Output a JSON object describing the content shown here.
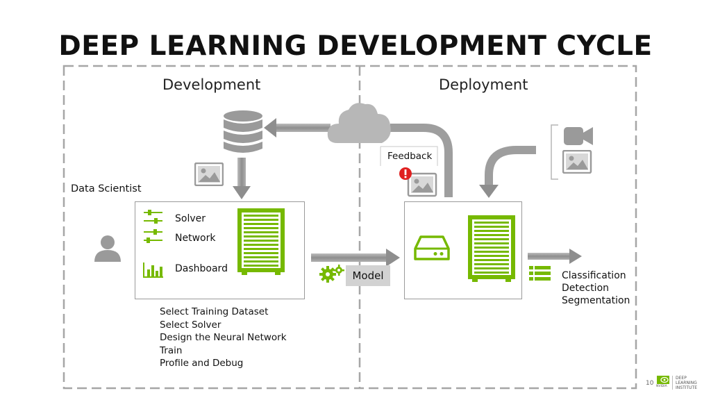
{
  "title": "DEEP LEARNING DEVELOPMENT CYCLE",
  "sections": {
    "development": "Development",
    "deployment": "Deployment"
  },
  "data_scientist": "Data Scientist",
  "dev_panel": {
    "solver": "Solver",
    "network": "Network",
    "dashboard": "Dashboard"
  },
  "steps": [
    "Select Training Dataset",
    "Select Solver",
    "Design the Neural Network",
    "Train",
    "Profile and Debug"
  ],
  "model": "Model",
  "feedback": "Feedback",
  "outputs": [
    "Classification",
    "Detection",
    "Segmentation"
  ],
  "footer": {
    "page_number": "10",
    "brand_lines": [
      "DEEP",
      "LEARNING",
      "INSTITUTE"
    ],
    "logo_text": "NVIDIA"
  },
  "colors": {
    "nvidia_green": "#76b900",
    "arrow_gray": "#8c8c8c",
    "icon_gray": "#9a9a9a",
    "alert_red": "#e02020"
  },
  "icons": [
    "database-icon",
    "cloud-icon",
    "image-icon",
    "user-icon",
    "sliders-icon",
    "bar-chart-icon",
    "gpu-server-icon",
    "gears-icon",
    "drive-icon",
    "list-icon",
    "video-camera-icon",
    "alert-icon"
  ]
}
